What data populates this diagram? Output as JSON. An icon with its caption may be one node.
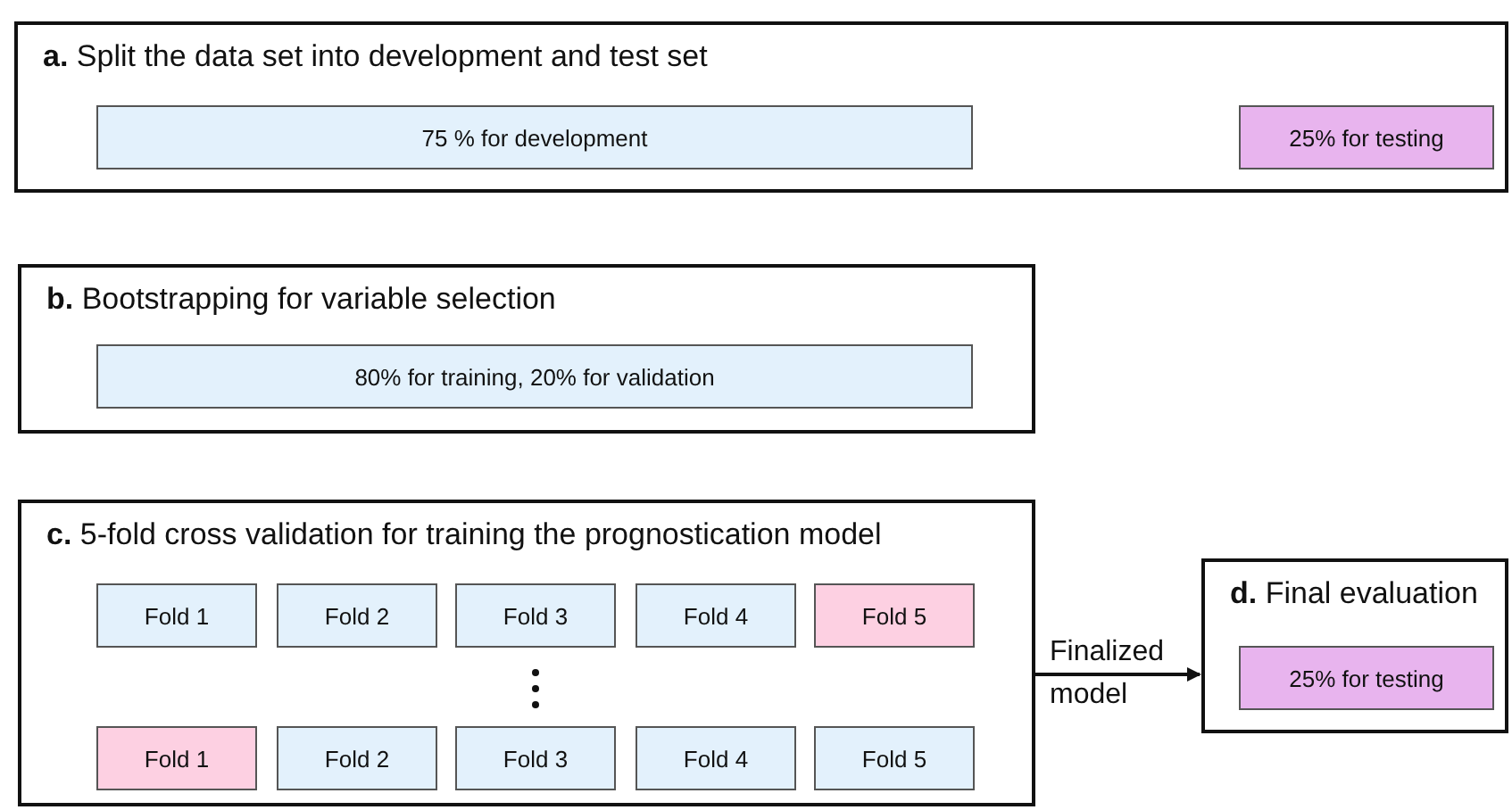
{
  "diagram": {
    "nodes": [
      {
        "text": [
          "**a.** Split the data set into development and test set"
        ]
      },
      {
        "text": [
          "75 % for development"
        ],
        "in": 0
      },
      {
        "text": [
          "25% for testing"
        ],
        "in": 0
      },
      {
        "text": [
          "**b.** Bootstrapping for variable selection"
        ]
      },
      {
        "text": [
          "80% for training, 20% for validation"
        ],
        "in": 3
      },
      {
        "text": [
          "**c.** 5-fold cross validation for training the prognostication model"
        ]
      },
      {
        "text": [
          "Fold 1"
        ],
        "in": 5
      },
      {
        "text": [
          "Fold 2"
        ],
        "in": 5
      },
      {
        "text": [
          "Fold 3"
        ],
        "in": 5
      },
      {
        "text": [
          "Fold 4"
        ],
        "in": 5
      },
      {
        "text": [
          "Fold 5"
        ],
        "in": 5
      },
      {
        "text": [
          "Fold 1"
        ],
        "in": 5
      },
      {
        "text": [
          "Fold 2"
        ],
        "in": 5
      },
      {
        "text": [
          "Fold 3"
        ],
        "in": 5
      },
      {
        "text": [
          "Fold 4"
        ],
        "in": 5
      },
      {
        "text": [
          "Fold 5"
        ],
        "in": 5
      },
      {
        "text": [
          "**d.** Final evaluation"
        ]
      },
      {
        "text": [
          "25% for testing"
        ],
        "in": 16
      }
    ],
    "edges": [
      {
        "from": 5,
        "to": 16,
        "arrow": "to",
        "label": "Finalized model"
      }
    ]
  }
}
